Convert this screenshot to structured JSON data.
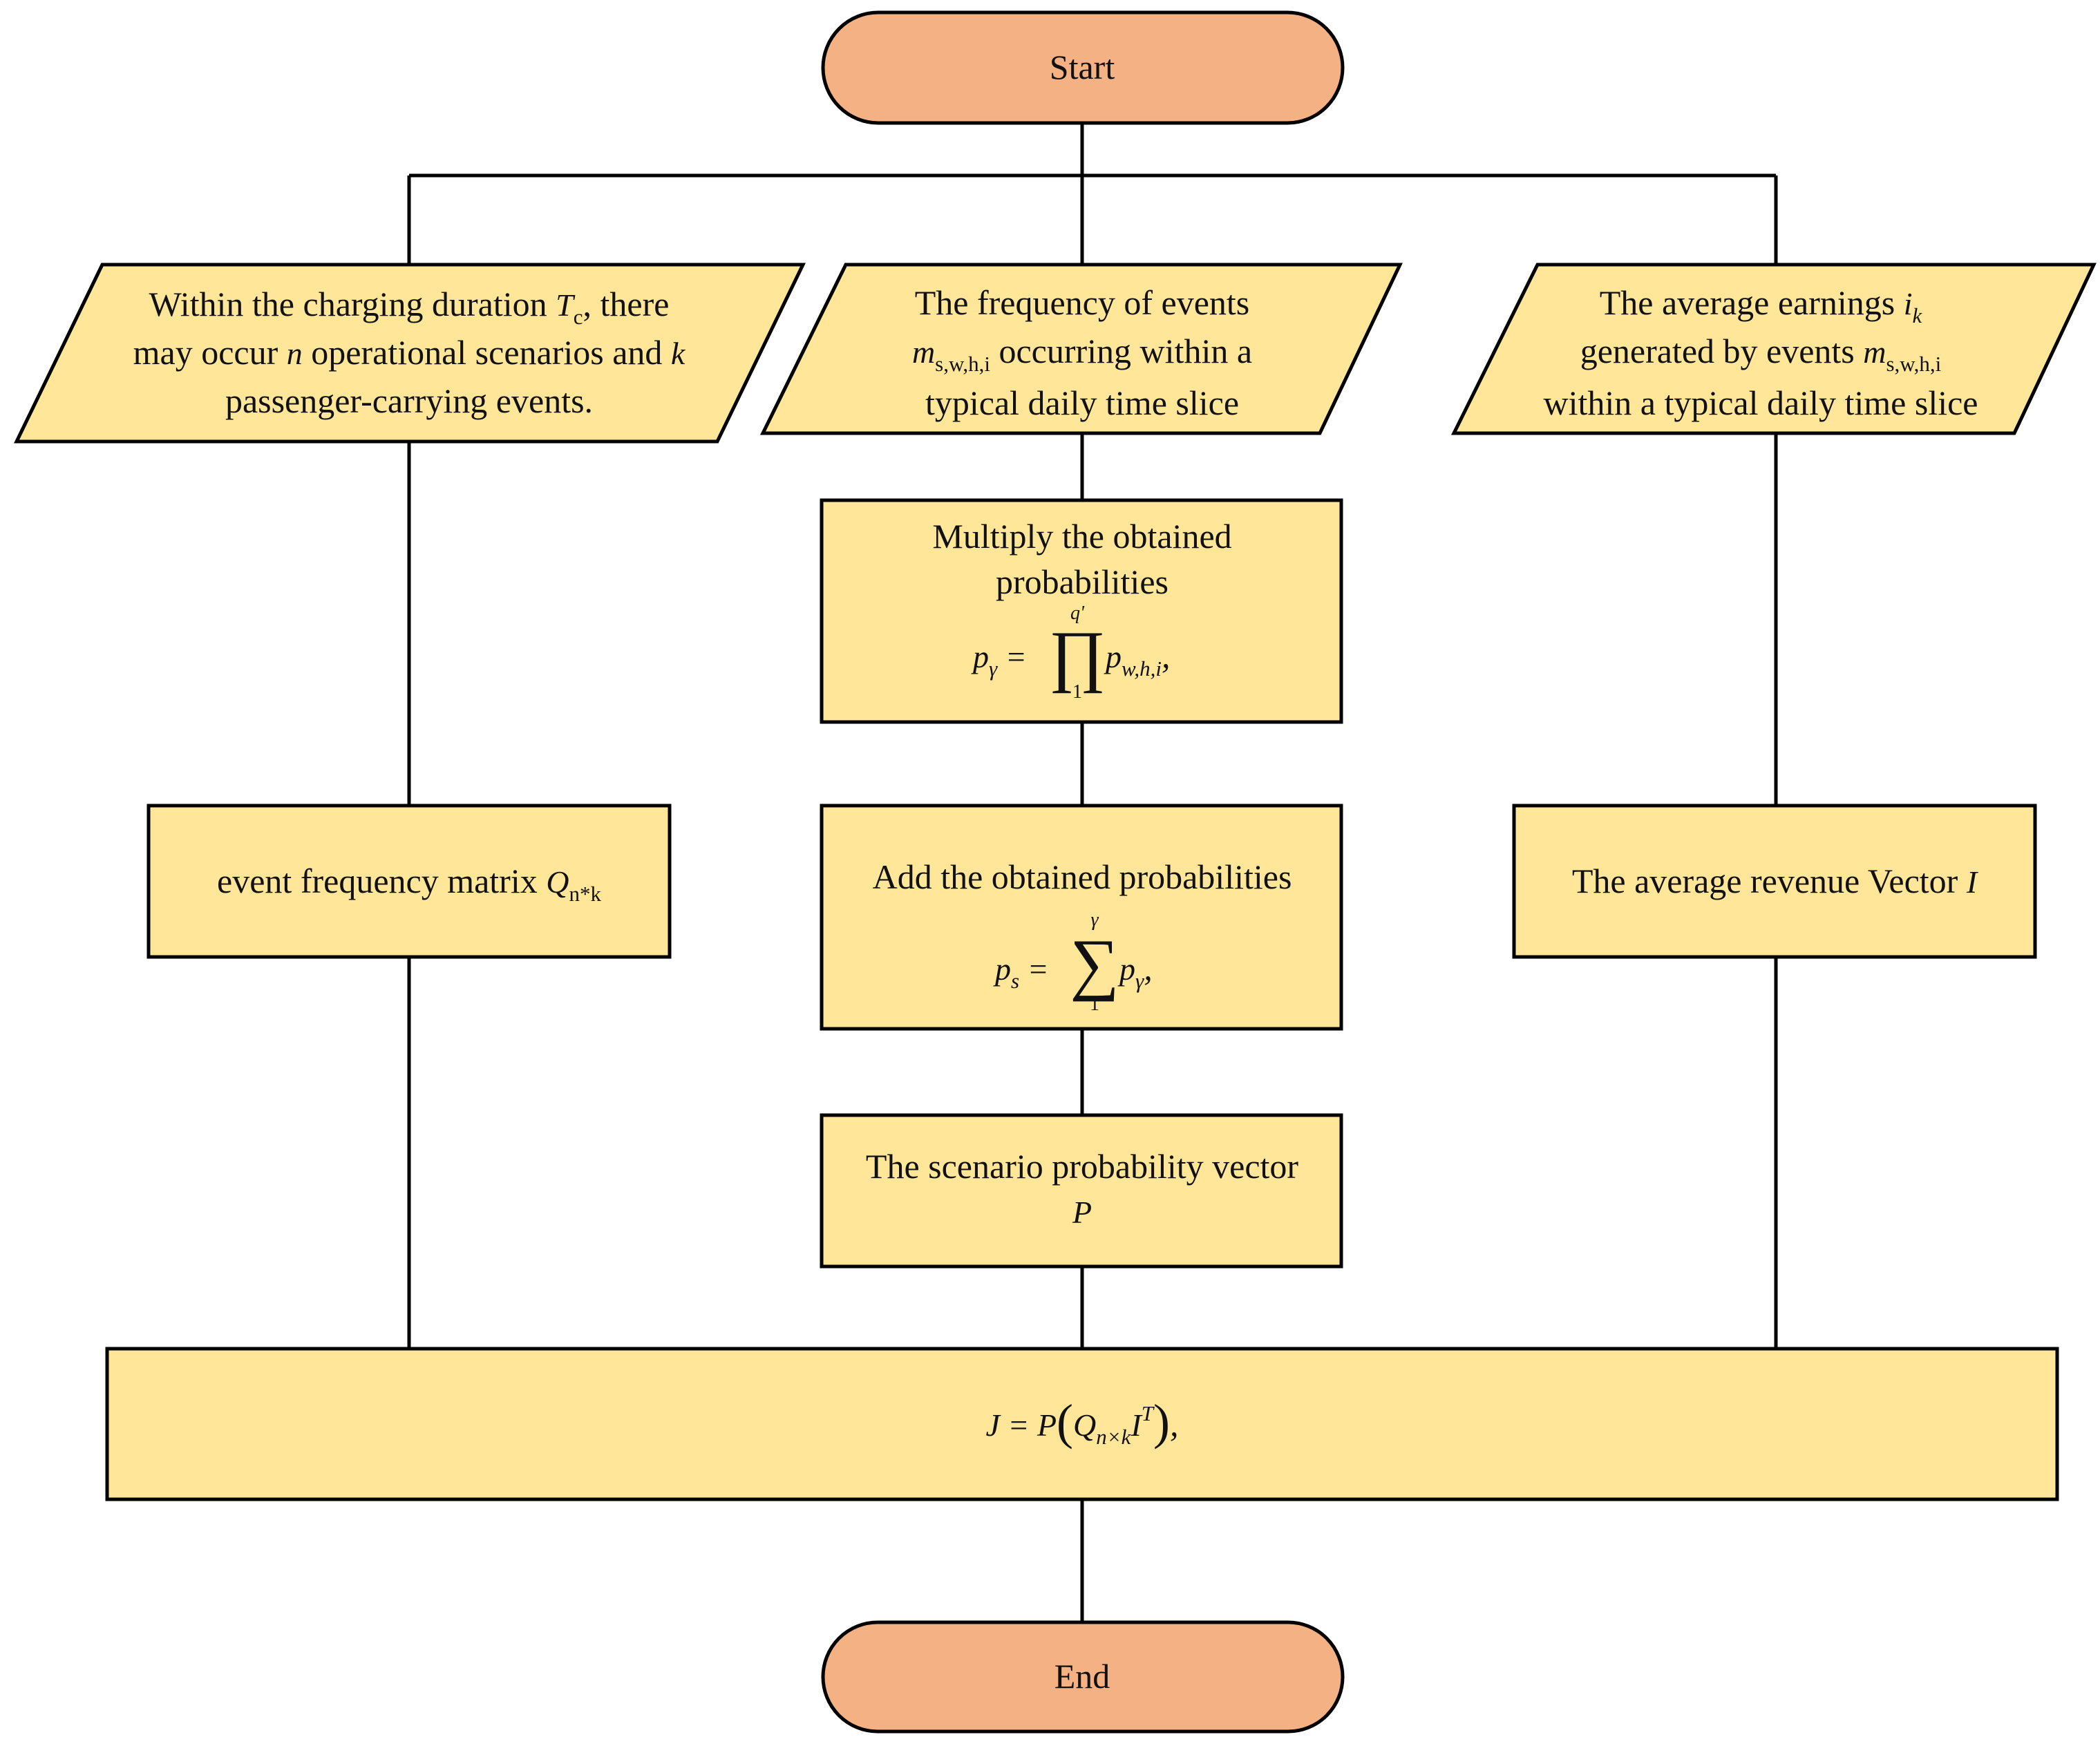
{
  "colors": {
    "terminal_fill": "#F4B183",
    "process_fill": "#FFE699",
    "line": "#000000"
  },
  "start": {
    "label": "Start"
  },
  "end": {
    "label": "End"
  },
  "inputs": {
    "left": {
      "line1_pre": "Within the charging duration ",
      "line1_var": "T",
      "line1_sub": "c",
      "line1_post": ", there",
      "line2_pre": "may occur ",
      "line2_var_n": "n",
      "line2_mid": " operational scenarios and ",
      "line2_var_k": "k",
      "line3": "passenger-carrying events."
    },
    "middle": {
      "line1": "The frequency of events",
      "line2_var": "m",
      "line2_sub": "s,w,h,i",
      "line2_post": " occurring within a",
      "line3": "typical daily time slice"
    },
    "right": {
      "line1_pre": "The average earnings ",
      "line1_var": "i",
      "line1_sub": "k",
      "line2_pre": "generated by events ",
      "line2_var": "m",
      "line2_sub": "s,w,h,i",
      "line3": "within a typical daily time slice"
    }
  },
  "processes": {
    "multiply": {
      "line1": "Multiply the obtained",
      "line2": "probabilities",
      "eq_lhs": "p",
      "eq_lhs_sub": "γ",
      "eq_equals": " =",
      "eq_operator": "∏",
      "eq_upper": "q'",
      "eq_lower": "1",
      "eq_term": "p",
      "eq_term_sub": "w,h,i",
      "eq_tail": ","
    },
    "add": {
      "line1": "Add the obtained probabilities",
      "eq_lhs": "p",
      "eq_lhs_sub": "s",
      "eq_equals": " =",
      "eq_operator": "∑",
      "eq_upper": "γ",
      "eq_lower": "1",
      "eq_term": "p",
      "eq_term_sub": "γ",
      "eq_tail": ","
    },
    "frequency_matrix": {
      "text_pre": "event frequency matrix ",
      "text_var": "Q",
      "text_sub": "n*k"
    },
    "revenue_vector": {
      "text_pre": "The average revenue Vector ",
      "text_var": "I"
    },
    "scenario_vector": {
      "line1": "The scenario probability vector",
      "line2": "P"
    },
    "result": {
      "eq_lhs": "J",
      "eq_equals": " = ",
      "eq_p": "P",
      "eq_open": "(",
      "eq_q": "Q",
      "eq_q_sub": "n×k",
      "eq_i": "I",
      "eq_i_sup": "T",
      "eq_close": ")",
      "eq_tail": ","
    }
  }
}
